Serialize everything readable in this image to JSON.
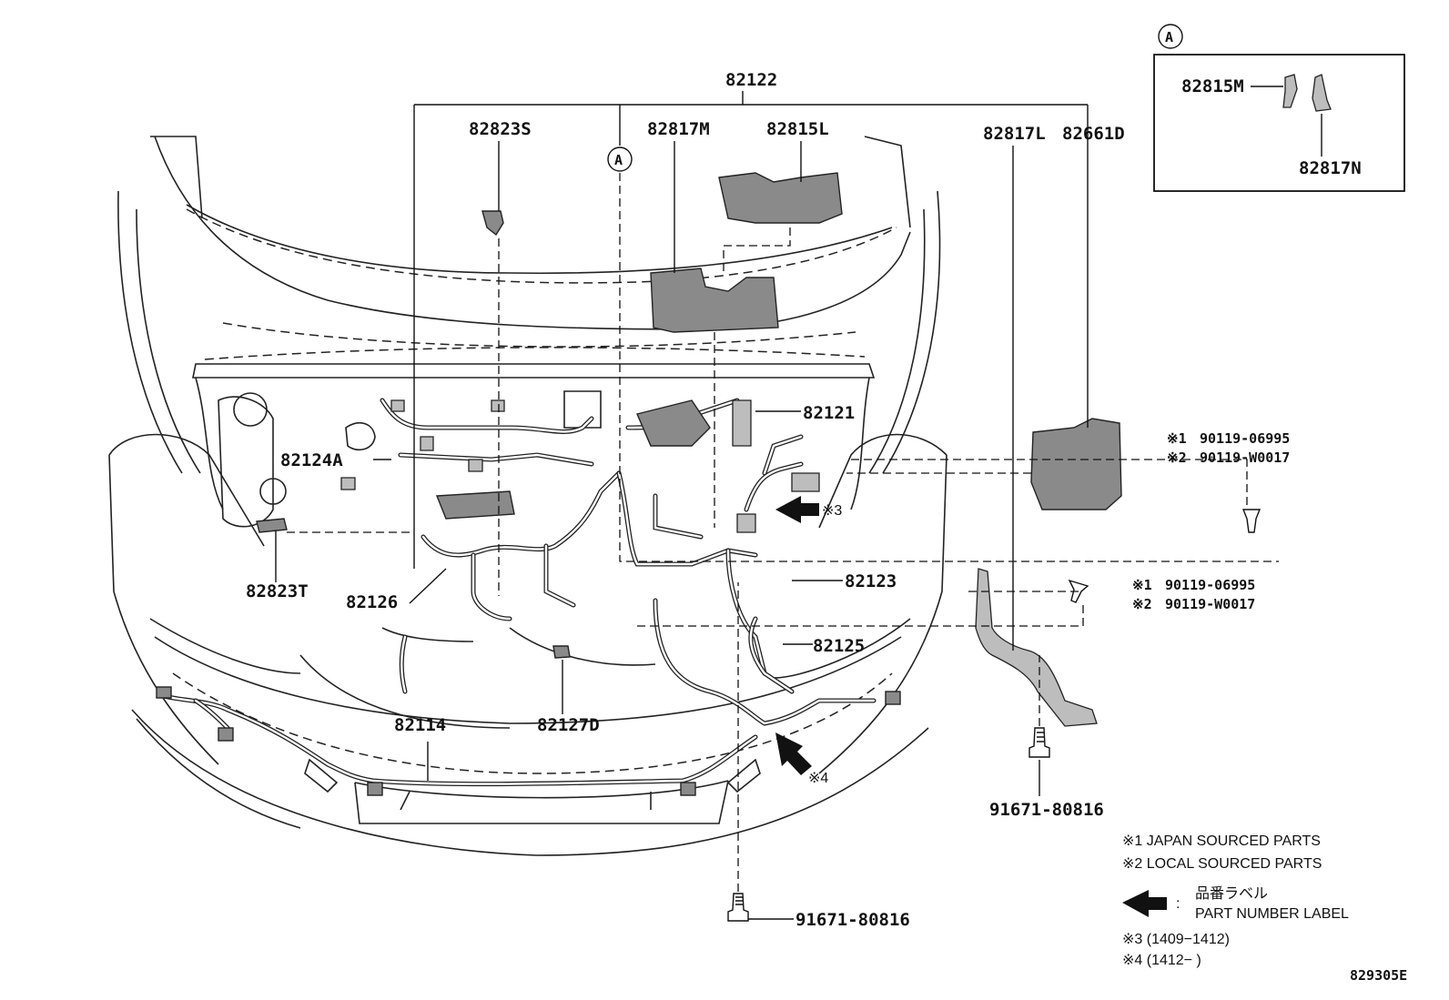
{
  "parts": {
    "p82122": "82122",
    "p82823S": "82823S",
    "p82817M": "82817M",
    "p82815L": "82815L",
    "p82817L": "82817L",
    "p82661D": "82661D",
    "p82121": "82121",
    "p82124A": "82124A",
    "p82823T": "82823T",
    "p82126": "82126",
    "p82123": "82123",
    "p82125": "82125",
    "p82114": "82114",
    "p82127D": "82127D",
    "bolt_bottom": "91671-80816",
    "bolt_right": "91671-80816",
    "callout_top": "A",
    "callout_mid": "A"
  },
  "inset": {
    "title": "A",
    "p82815M": "82815M",
    "p82817N": "82817N"
  },
  "screws": {
    "upper_1_mark": "※1",
    "upper_1": "90119-06995",
    "upper_2_mark": "※2",
    "upper_2": "90119-W0017",
    "lower_1_mark": "※1",
    "lower_1": "90119-06995",
    "lower_2_mark": "※2",
    "lower_2": "90119-W0017"
  },
  "markers": {
    "m3": "※3",
    "m4": "※4"
  },
  "legend": {
    "note1": "※1 JAPAN SOURCED PARTS",
    "note2": "※2 LOCAL SOURCED PARTS",
    "label_jp": "品番ラベル",
    "colon": ":",
    "label_en": "PART NUMBER LABEL",
    "note3": "※3 (1409−1412)",
    "note4": "※4 (1412−        )"
  },
  "figure_id": "829305E",
  "colors": {
    "ink": "#111111",
    "part_fill": "#8a8a8a",
    "paper": "#ffffff"
  },
  "icons": [
    "part-number-label-arrow-icon",
    "bolt-icon",
    "screw-icon"
  ]
}
